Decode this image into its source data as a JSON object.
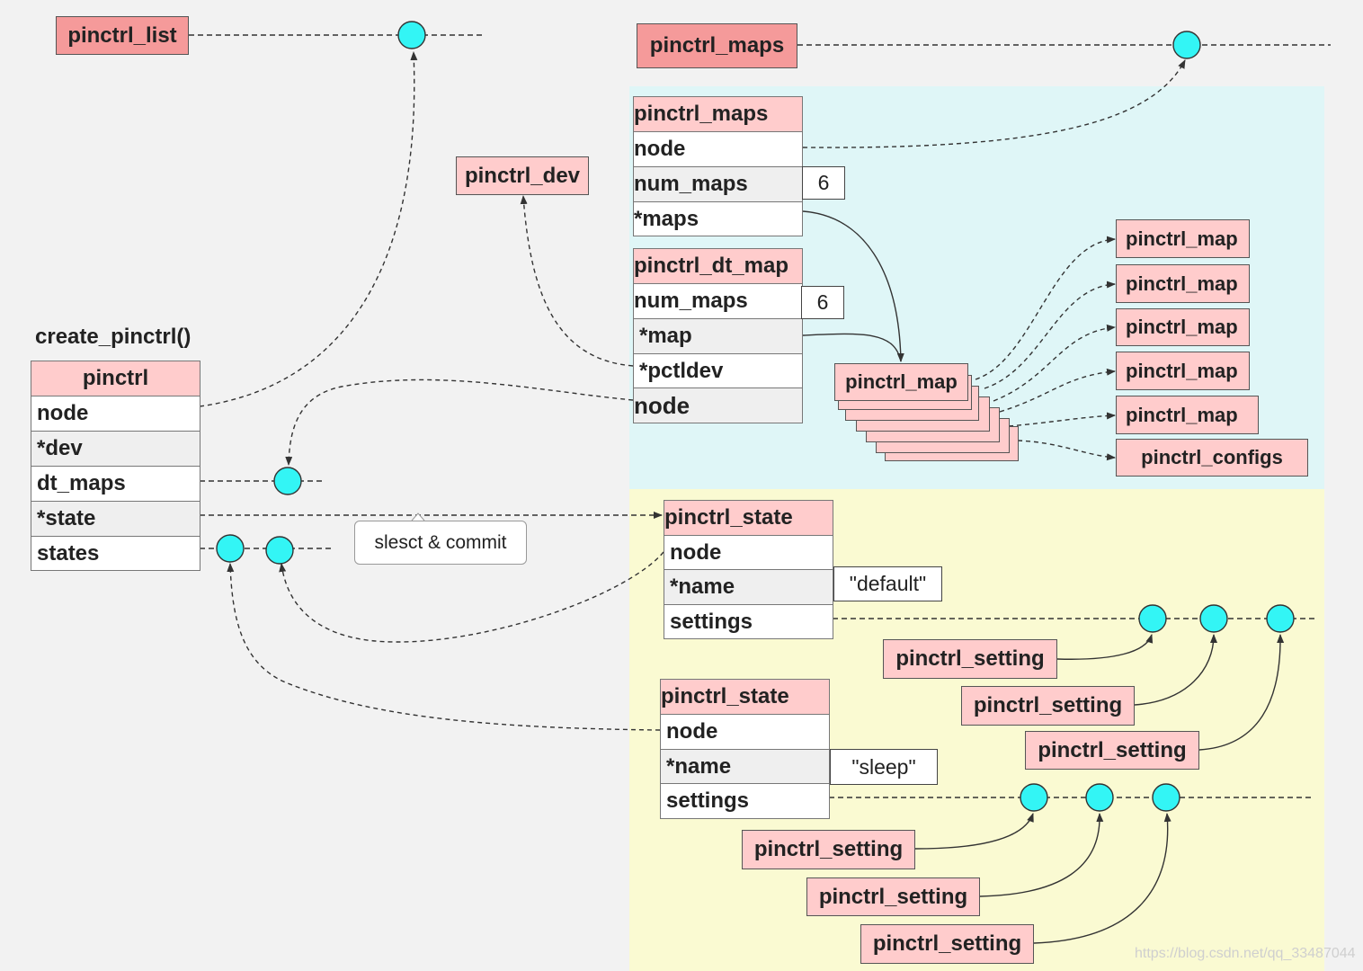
{
  "top_labels": {
    "pinctrl_list": "pinctrl_list",
    "pinctrl_maps": "pinctrl_maps",
    "pinctrl_dev": "pinctrl_dev"
  },
  "create_func": "create_pinctrl()",
  "pinctrl_struct": {
    "title": "pinctrl",
    "fields": [
      "node",
      "*dev",
      "dt_maps",
      "*state",
      "states"
    ]
  },
  "maps_struct": {
    "title": "pinctrl_maps",
    "fields": [
      "node",
      "num_maps",
      "*maps"
    ],
    "num_maps_value": "6"
  },
  "dt_map_struct": {
    "title": "pinctrl_dt_map",
    "fields": [
      "num_maps",
      "*map",
      "*pctldev",
      "node"
    ],
    "num_maps_value": "6"
  },
  "map_stack_label": "pinctrl_map",
  "map_items": [
    "pinctrl_map",
    "pinctrl_map",
    "pinctrl_map",
    "pinctrl_map",
    "pinctrl_map",
    "pinctrl_configs"
  ],
  "state_default": {
    "title": "pinctrl_state",
    "fields": [
      "node",
      "*name",
      "settings"
    ],
    "name_value": "\"default\""
  },
  "state_sleep": {
    "title": "pinctrl_state",
    "fields": [
      "node",
      "*name",
      "settings"
    ],
    "name_value": "\"sleep\""
  },
  "settings_default": [
    "pinctrl_setting",
    "pinctrl_setting",
    "pinctrl_setting"
  ],
  "settings_sleep": [
    "pinctrl_setting",
    "pinctrl_setting",
    "pinctrl_setting"
  ],
  "callout": "slesct & commit",
  "watermark": "https://blog.csdn.net/qq_33487044",
  "colors": {
    "background": "#f2f2f2",
    "cyan_region": "#dff6f7",
    "yellow_region": "#fafad2",
    "struct_header": "#ffcccc",
    "list_head": "#f59a9a",
    "node_circle": "#33f5f5"
  }
}
